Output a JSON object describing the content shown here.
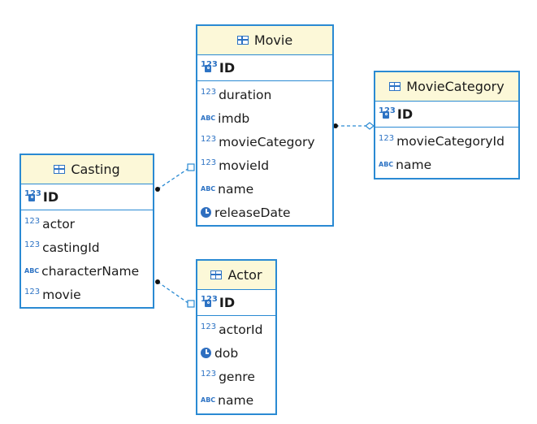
{
  "entities": {
    "movie": {
      "title": "Movie",
      "pk": "ID",
      "columns": [
        {
          "name": "duration",
          "type_icon": "123"
        },
        {
          "name": "imdb",
          "type_icon": "ABC"
        },
        {
          "name": "movieCategory",
          "type_icon": "123"
        },
        {
          "name": "movieId",
          "type_icon": "123"
        },
        {
          "name": "name",
          "type_icon": "ABC"
        },
        {
          "name": "releaseDate",
          "type_icon": "clock-icon"
        }
      ]
    },
    "movieCategory": {
      "title": "MovieCategory",
      "pk": "ID",
      "columns": [
        {
          "name": "movieCategoryId",
          "type_icon": "123"
        },
        {
          "name": "name",
          "type_icon": "ABC"
        }
      ]
    },
    "casting": {
      "title": "Casting",
      "pk": "ID",
      "columns": [
        {
          "name": "actor",
          "type_icon": "123"
        },
        {
          "name": "castingId",
          "type_icon": "123"
        },
        {
          "name": "characterName",
          "type_icon": "ABC"
        },
        {
          "name": "movie",
          "type_icon": "123"
        }
      ]
    },
    "actor": {
      "title": "Actor",
      "pk": "ID",
      "columns": [
        {
          "name": "actorId",
          "type_icon": "123"
        },
        {
          "name": "dob",
          "type_icon": "clock-icon"
        },
        {
          "name": "genre",
          "type_icon": "123"
        },
        {
          "name": "name",
          "type_icon": "ABC"
        }
      ]
    }
  },
  "icons": {
    "num": "123",
    "str": "ABC"
  },
  "colors": {
    "border": "#2a8ad3",
    "header": "#fcf8d8",
    "icon": "#2d73c4",
    "connector": "#2a8ad3"
  }
}
